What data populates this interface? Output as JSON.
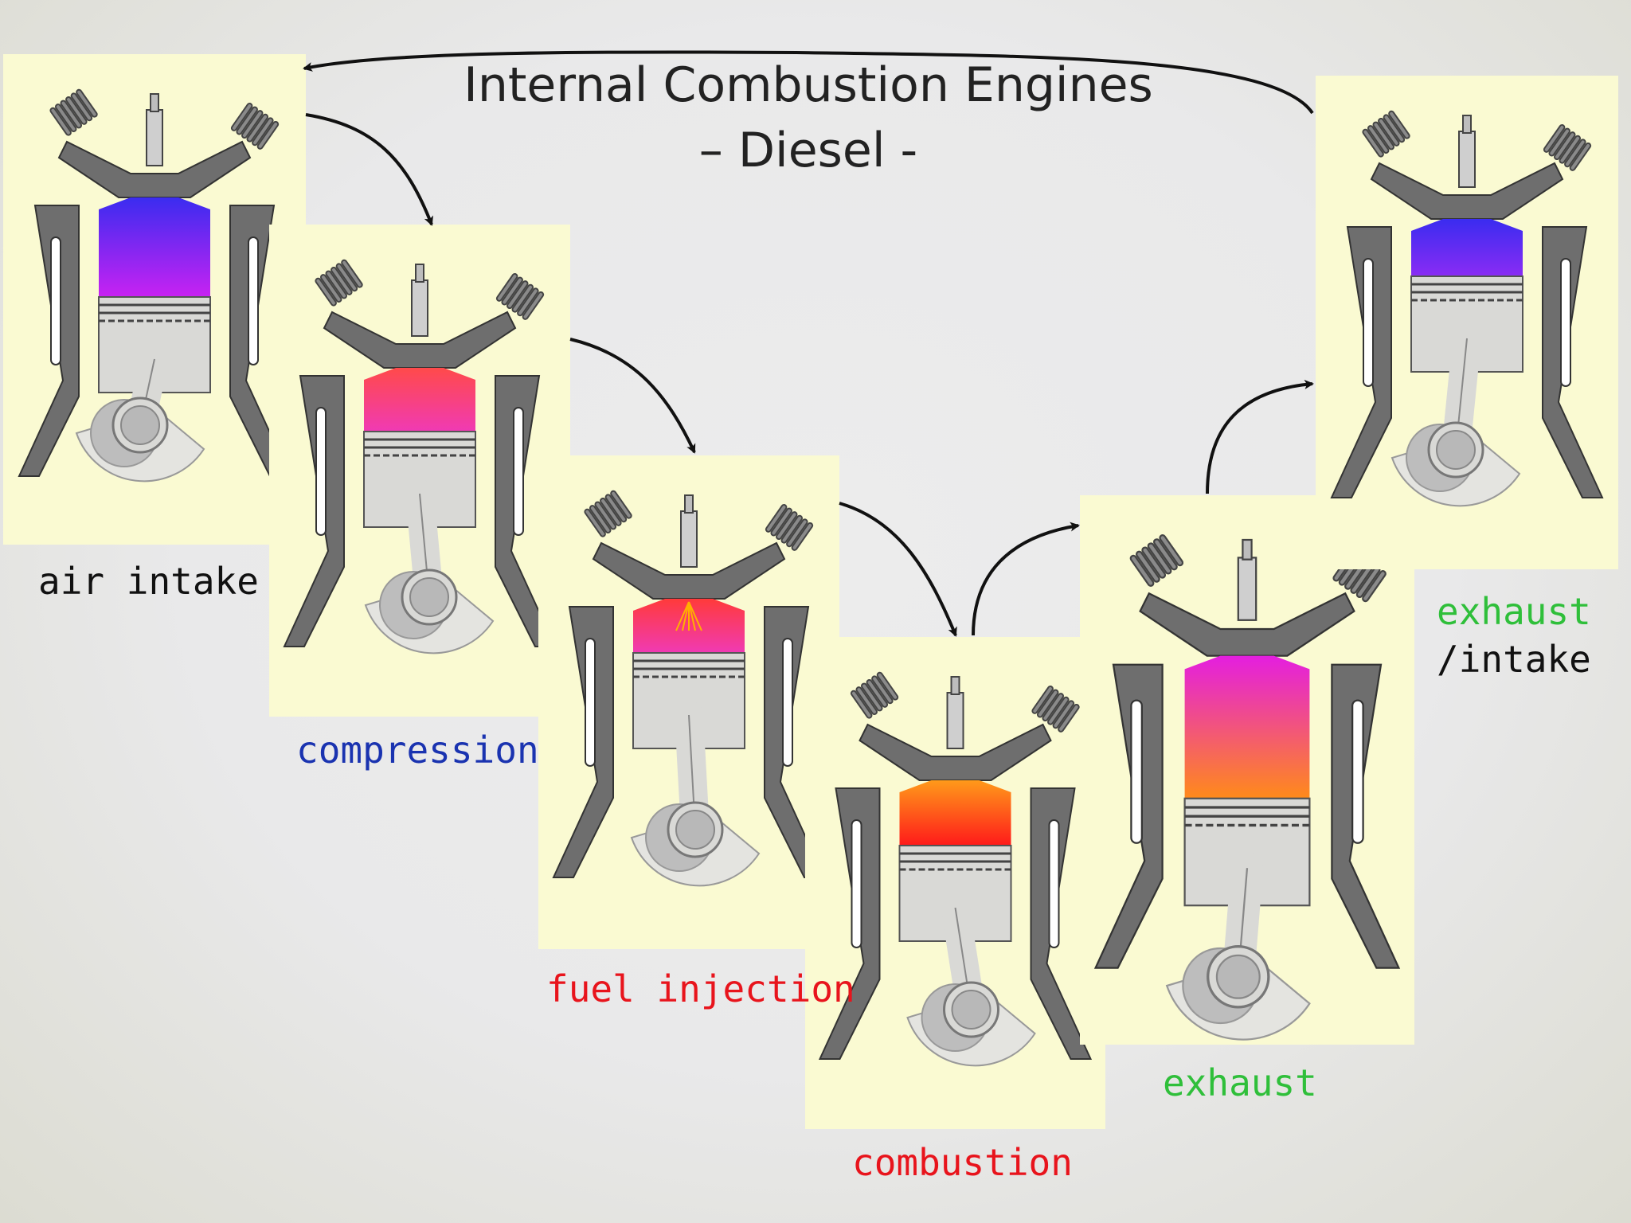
{
  "title": {
    "line1": "Internal Combustion Engines",
    "line2": "– Diesel -"
  },
  "colors": {
    "panel": "#fafad2",
    "label_black": "#111111",
    "label_blue": "#1a33b0",
    "label_red": "#e8141c",
    "label_green": "#2fbf3a",
    "engine_metal": "#6e6e6e",
    "engine_light": "#d9d9d6"
  },
  "stages": [
    {
      "id": "air-intake",
      "label": "air intake",
      "label_color": "#111111",
      "gas_top": "#3a2cf0",
      "gas_bottom": "#c822f2",
      "icon": "engine-cylinder-icon"
    },
    {
      "id": "compression",
      "label": "compression",
      "label_color": "#1a33b0",
      "gas_top": "#ff4a4a",
      "gas_bottom": "#f03ab4",
      "icon": "engine-cylinder-icon"
    },
    {
      "id": "fuel-injection",
      "label": "fuel injection",
      "label_color": "#e8141c",
      "gas_top": "#ff3a3a",
      "gas_bottom": "#f03ab4",
      "icon": "engine-cylinder-icon"
    },
    {
      "id": "combustion",
      "label": "combustion",
      "label_color": "#e8141c",
      "gas_top": "#ff9a1a",
      "gas_bottom": "#ff1a1a",
      "icon": "engine-cylinder-icon"
    },
    {
      "id": "exhaust",
      "label": "exhaust",
      "label_color": "#2fbf3a",
      "gas_top": "#e41ee0",
      "gas_bottom": "#ff8a1a",
      "icon": "engine-cylinder-icon"
    },
    {
      "id": "exhaust-intake",
      "label_line1": "exhaust",
      "label_line1_color": "#2fbf3a",
      "label_line2": "/intake",
      "label_line2_color": "#111111",
      "gas_top": "#3a2cf0",
      "gas_bottom": "#8a2cf4",
      "icon": "engine-cylinder-icon"
    }
  ]
}
